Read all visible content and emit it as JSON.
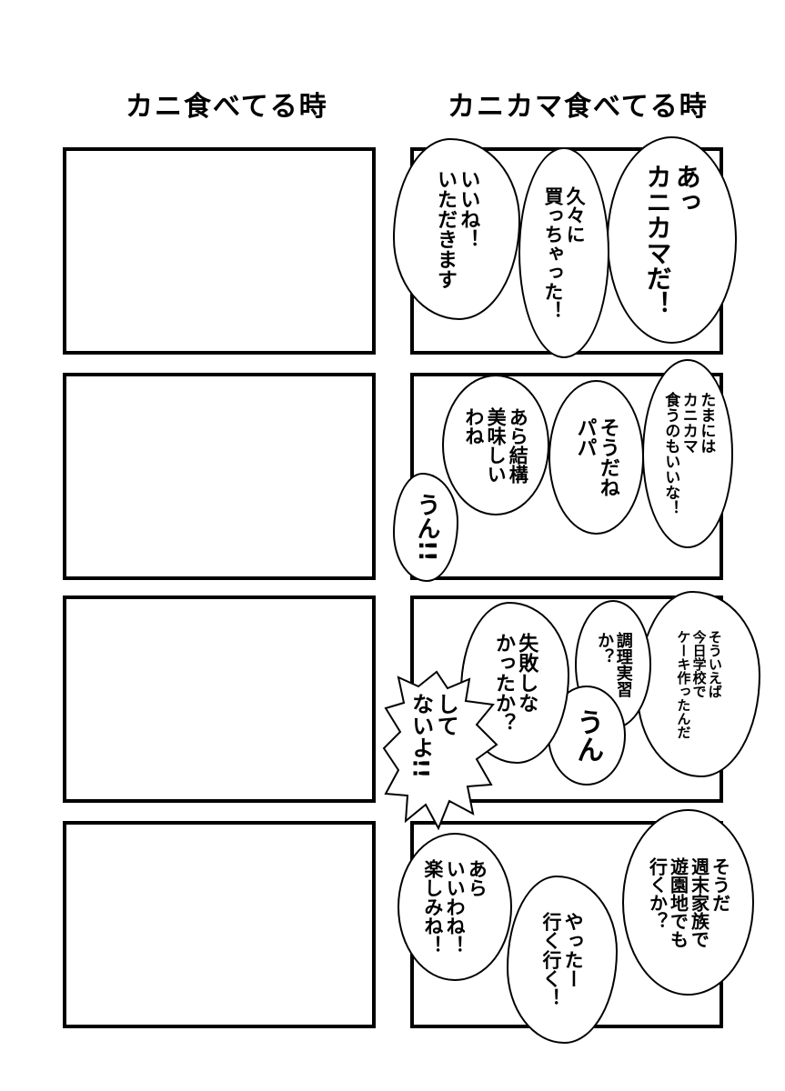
{
  "headings": {
    "left": "カニ食べてる時",
    "right": "カニカマ食べてる時"
  },
  "panels": [
    {
      "bubbles": [
        {
          "text": "あっ\nカニカマだ！"
        },
        {
          "text": "久々に\n買っちゃった！"
        },
        {
          "text": "いいね！\nいただきます"
        }
      ]
    },
    {
      "bubbles": [
        {
          "text": "たまには\nカニカマ\n食うのもいいな！"
        },
        {
          "text": "そうだね\nパパ"
        },
        {
          "text": "あら結構\n美味しい\nわね"
        },
        {
          "text": "うん!!"
        }
      ]
    },
    {
      "bubbles": [
        {
          "text": "そういえば\n今日学校で\nケーキ作ったんだ"
        },
        {
          "text": "調理実習\nか？"
        },
        {
          "text": "うん"
        },
        {
          "text": "失敗しな\nかったか？"
        },
        {
          "text": "して\nないよ!!"
        }
      ]
    },
    {
      "bubbles": [
        {
          "text": "そうだ\n週末家族で\n遊園地でも\n行くか？"
        },
        {
          "text": "やったー\n行く行く！"
        },
        {
          "text": "あら\nいいわね！\n楽しみね！"
        }
      ]
    }
  ]
}
